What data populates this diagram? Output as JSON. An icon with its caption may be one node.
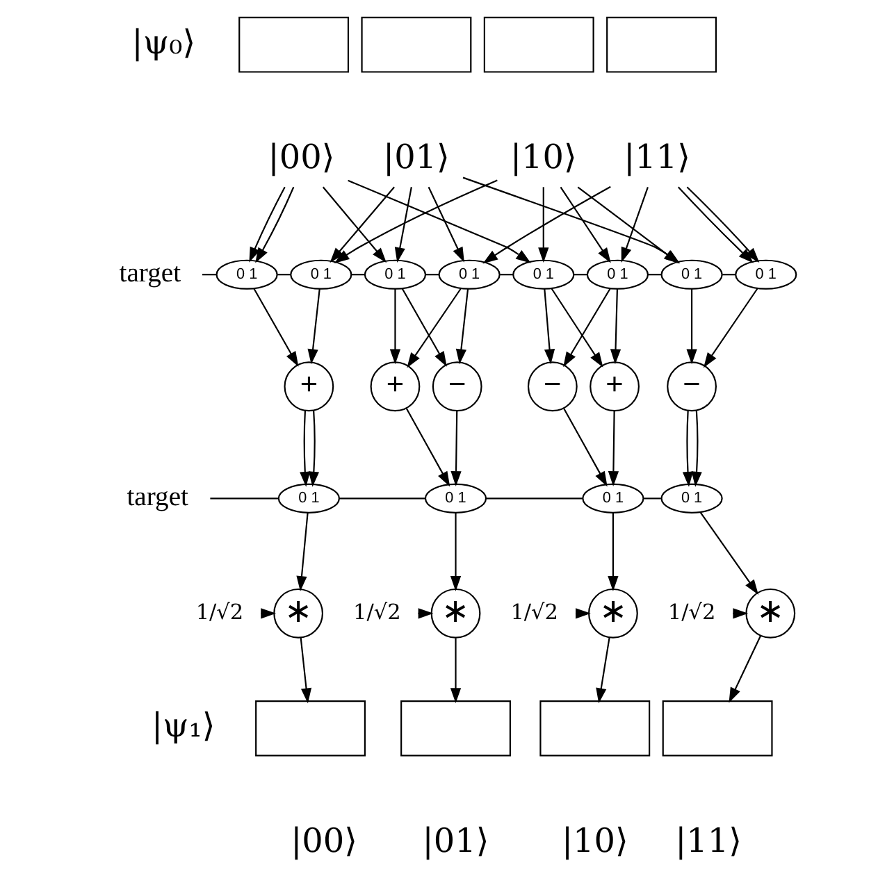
{
  "diagram": {
    "nodes": [
      {
        "text": [],
        "shape": "box"
      },
      {
        "text": [],
        "shape": "box"
      },
      {
        "text": [],
        "shape": "box"
      },
      {
        "text": [],
        "shape": "box"
      },
      {
        "text": [
          "|00⟩"
        ]
      },
      {
        "text": [
          "|01⟩"
        ]
      },
      {
        "text": [
          "|10⟩"
        ]
      },
      {
        "text": [
          "|11⟩"
        ]
      },
      {
        "text": [
          "target"
        ]
      },
      {
        "text": [
          "0 1"
        ]
      },
      {
        "text": [
          "0 1"
        ]
      },
      {
        "text": [
          "0 1"
        ]
      },
      {
        "text": [
          "0 1"
        ]
      },
      {
        "text": [
          "0 1"
        ]
      },
      {
        "text": [
          "0 1"
        ]
      },
      {
        "text": [
          "0 1"
        ]
      },
      {
        "text": [
          "0 1"
        ]
      },
      {
        "text": [
          "+"
        ]
      },
      {
        "text": [
          "+"
        ]
      },
      {
        "text": [
          "−"
        ]
      },
      {
        "text": [
          "−"
        ]
      },
      {
        "text": [
          "+"
        ]
      },
      {
        "text": [
          "−"
        ]
      },
      {
        "text": [
          "target"
        ]
      },
      {
        "text": [
          "0 1"
        ]
      },
      {
        "text": [
          "0 1"
        ]
      },
      {
        "text": [
          "0 1"
        ]
      },
      {
        "text": [
          "0 1"
        ]
      },
      {
        "text": [
          "1/√2"
        ]
      },
      {
        "text": [
          "1/√2"
        ]
      },
      {
        "text": [
          "1/√2"
        ]
      },
      {
        "text": [
          "1/√2"
        ]
      },
      {
        "text": [
          "∗"
        ]
      },
      {
        "text": [
          "∗"
        ]
      },
      {
        "text": [
          "∗"
        ]
      },
      {
        "text": [
          "∗"
        ]
      },
      {
        "text": [],
        "shape": "box"
      },
      {
        "text": [],
        "shape": "box"
      },
      {
        "text": [],
        "shape": "box"
      },
      {
        "text": [],
        "shape": "box"
      }
    ],
    "edges": [
      {
        "from": 4,
        "to": 9,
        "arrow": "to"
      },
      {
        "from": 4,
        "to": 9,
        "arrow": "to"
      },
      {
        "from": 4,
        "to": 11,
        "arrow": "to"
      },
      {
        "from": 4,
        "to": 13,
        "arrow": "to"
      },
      {
        "from": 5,
        "to": 10,
        "arrow": "to"
      },
      {
        "from": 5,
        "to": 11,
        "arrow": "to"
      },
      {
        "from": 5,
        "to": 12,
        "arrow": "to"
      },
      {
        "from": 5,
        "to": 15,
        "arrow": "to"
      },
      {
        "from": 6,
        "to": 10,
        "arrow": "to"
      },
      {
        "from": 6,
        "to": 13,
        "arrow": "to"
      },
      {
        "from": 6,
        "to": 14,
        "arrow": "to"
      },
      {
        "from": 6,
        "to": 15,
        "arrow": "to"
      },
      {
        "from": 7,
        "to": 12,
        "arrow": "to"
      },
      {
        "from": 7,
        "to": 14,
        "arrow": "to"
      },
      {
        "from": 7,
        "to": 16,
        "arrow": "to"
      },
      {
        "from": 7,
        "to": 16,
        "arrow": "to"
      },
      {
        "from": 8,
        "to": 9,
        "arrow": "none"
      },
      {
        "from": 9,
        "to": 10,
        "arrow": "none"
      },
      {
        "from": 10,
        "to": 11,
        "arrow": "none"
      },
      {
        "from": 11,
        "to": 12,
        "arrow": "none"
      },
      {
        "from": 12,
        "to": 13,
        "arrow": "none"
      },
      {
        "from": 13,
        "to": 14,
        "arrow": "none"
      },
      {
        "from": 14,
        "to": 15,
        "arrow": "none"
      },
      {
        "from": 15,
        "to": 16,
        "arrow": "none"
      },
      {
        "from": 9,
        "to": 17,
        "arrow": "to"
      },
      {
        "from": 10,
        "to": 17,
        "arrow": "to"
      },
      {
        "from": 11,
        "to": 18,
        "arrow": "to"
      },
      {
        "from": 11,
        "to": 19,
        "arrow": "to"
      },
      {
        "from": 12,
        "to": 18,
        "arrow": "to"
      },
      {
        "from": 12,
        "to": 19,
        "arrow": "to"
      },
      {
        "from": 13,
        "to": 20,
        "arrow": "to"
      },
      {
        "from": 13,
        "to": 21,
        "arrow": "to"
      },
      {
        "from": 14,
        "to": 20,
        "arrow": "to"
      },
      {
        "from": 14,
        "to": 21,
        "arrow": "to"
      },
      {
        "from": 15,
        "to": 22,
        "arrow": "to"
      },
      {
        "from": 16,
        "to": 22,
        "arrow": "to"
      },
      {
        "from": 17,
        "to": 24,
        "arrow": "to"
      },
      {
        "from": 17,
        "to": 24,
        "arrow": "to"
      },
      {
        "from": 18,
        "to": 25,
        "arrow": "to"
      },
      {
        "from": 19,
        "to": 25,
        "arrow": "to"
      },
      {
        "from": 20,
        "to": 26,
        "arrow": "to"
      },
      {
        "from": 21,
        "to": 26,
        "arrow": "to"
      },
      {
        "from": 22,
        "to": 27,
        "arrow": "to"
      },
      {
        "from": 22,
        "to": 27,
        "arrow": "to"
      },
      {
        "from": 23,
        "to": 24,
        "arrow": "none"
      },
      {
        "from": 24,
        "to": 25,
        "arrow": "none"
      },
      {
        "from": 25,
        "to": 26,
        "arrow": "none"
      },
      {
        "from": 26,
        "to": 27,
        "arrow": "none"
      },
      {
        "from": 24,
        "to": 32,
        "arrow": "to"
      },
      {
        "from": 28,
        "to": 32,
        "arrow": "to"
      },
      {
        "from": 25,
        "to": 33,
        "arrow": "to"
      },
      {
        "from": 29,
        "to": 33,
        "arrow": "to"
      },
      {
        "from": 26,
        "to": 34,
        "arrow": "to"
      },
      {
        "from": 30,
        "to": 34,
        "arrow": "to"
      },
      {
        "from": 27,
        "to": 35,
        "arrow": "to"
      },
      {
        "from": 31,
        "to": 35,
        "arrow": "to"
      },
      {
        "from": 32,
        "to": 36,
        "arrow": "to"
      },
      {
        "from": 33,
        "to": 37,
        "arrow": "to"
      },
      {
        "from": 34,
        "to": 38,
        "arrow": "to"
      },
      {
        "from": 35,
        "to": 39,
        "arrow": "to"
      }
    ],
    "labels": [
      "|ψ₀⟩",
      "|ψ₁⟩",
      "|00⟩",
      "|01⟩",
      "|10⟩",
      "|11⟩"
    ]
  }
}
